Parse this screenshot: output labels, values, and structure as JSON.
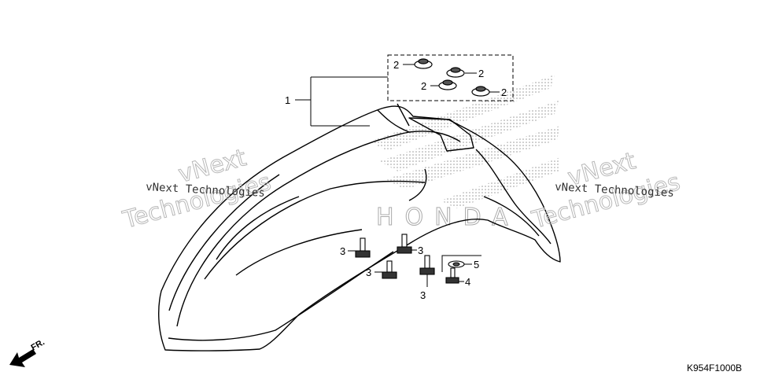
{
  "diagram": {
    "part_code": "K954F1000B",
    "direction_label": "FR.",
    "callouts": {
      "front_fender": "1",
      "nut_a": "2",
      "nut_b": "2",
      "nut_c": "2",
      "nut_d": "2",
      "bolt_a": "3",
      "bolt_b": "3",
      "bolt_c": "3",
      "bolt_d": "3",
      "bolt_small": "4",
      "collar": "5"
    },
    "watermarks": {
      "left_small": "vNext Technologies",
      "left_big_1": "vNext",
      "left_big_2": "Technologies",
      "right_small": "vNext Technologies",
      "right_big_1": "vNext",
      "right_big_2": "Technologies",
      "logo_text": "HONDA"
    }
  }
}
